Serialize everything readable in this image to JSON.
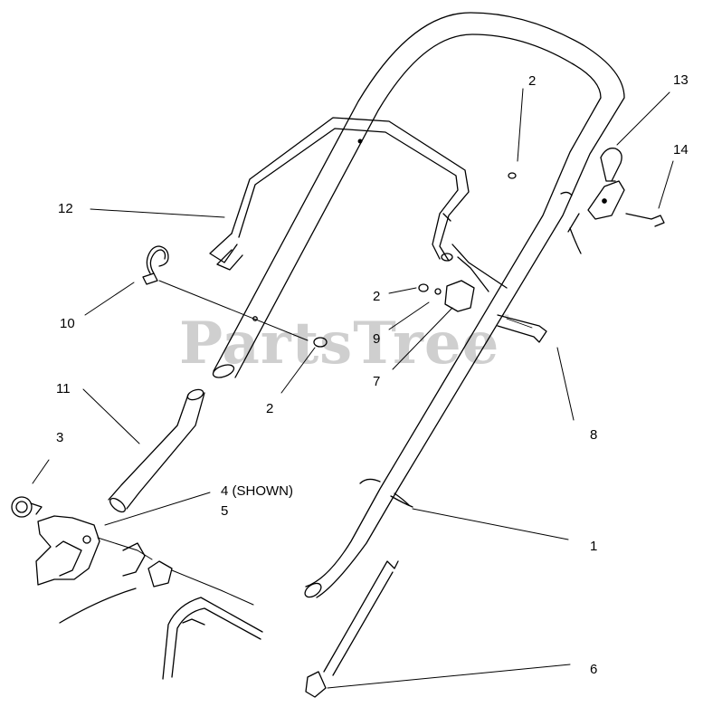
{
  "watermark": {
    "text": "PartsTree",
    "trademark": "™"
  },
  "callouts": {
    "c1": "1",
    "c2a": "2",
    "c2b": "2",
    "c2c": "2",
    "c3": "3",
    "c4": "4 (SHOWN)",
    "c5": "5",
    "c6": "6",
    "c7": "7",
    "c8": "8",
    "c9": "9",
    "c10": "10",
    "c11": "11",
    "c12": "12",
    "c13": "13",
    "c14": "14"
  },
  "colors": {
    "line": "#000000",
    "watermark": "#cfcfcf",
    "background": "#ffffff"
  }
}
